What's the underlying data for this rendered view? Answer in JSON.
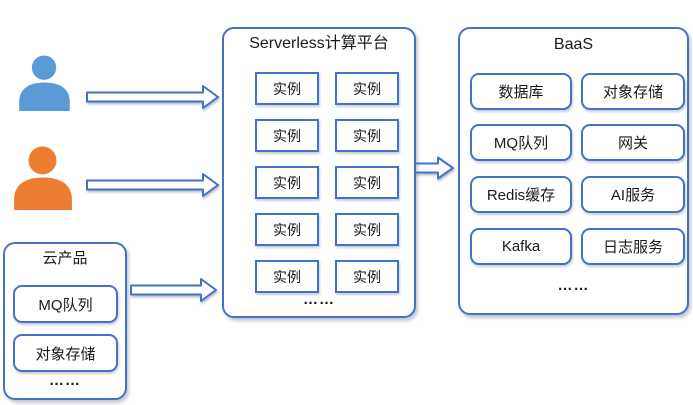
{
  "colors": {
    "accent": "#4472C4",
    "person_blue": "#5B9BD5",
    "person_orange": "#ED7D31",
    "text": "#1a1a1a",
    "bg": "#ffffff"
  },
  "cloud_products": {
    "title": "云产品",
    "items": [
      "MQ队列",
      "对象存储"
    ],
    "ellipsis": "……"
  },
  "serverless": {
    "title": "Serverless计算平台",
    "instance_label": "实例",
    "instance_count": 10,
    "ellipsis": "……"
  },
  "baas": {
    "title": "BaaS",
    "items": [
      "数据库",
      "对象存储",
      "MQ队列",
      "网关",
      "Redis缓存",
      "AI服务",
      "Kafka",
      "日志服务"
    ],
    "ellipsis": "……"
  },
  "icons": {
    "blue_user": "user-icon",
    "orange_user": "user-icon"
  },
  "arrows": [
    "blue-user-to-serverless",
    "orange-user-to-serverless",
    "cloud-products-to-serverless",
    "serverless-to-baas"
  ]
}
